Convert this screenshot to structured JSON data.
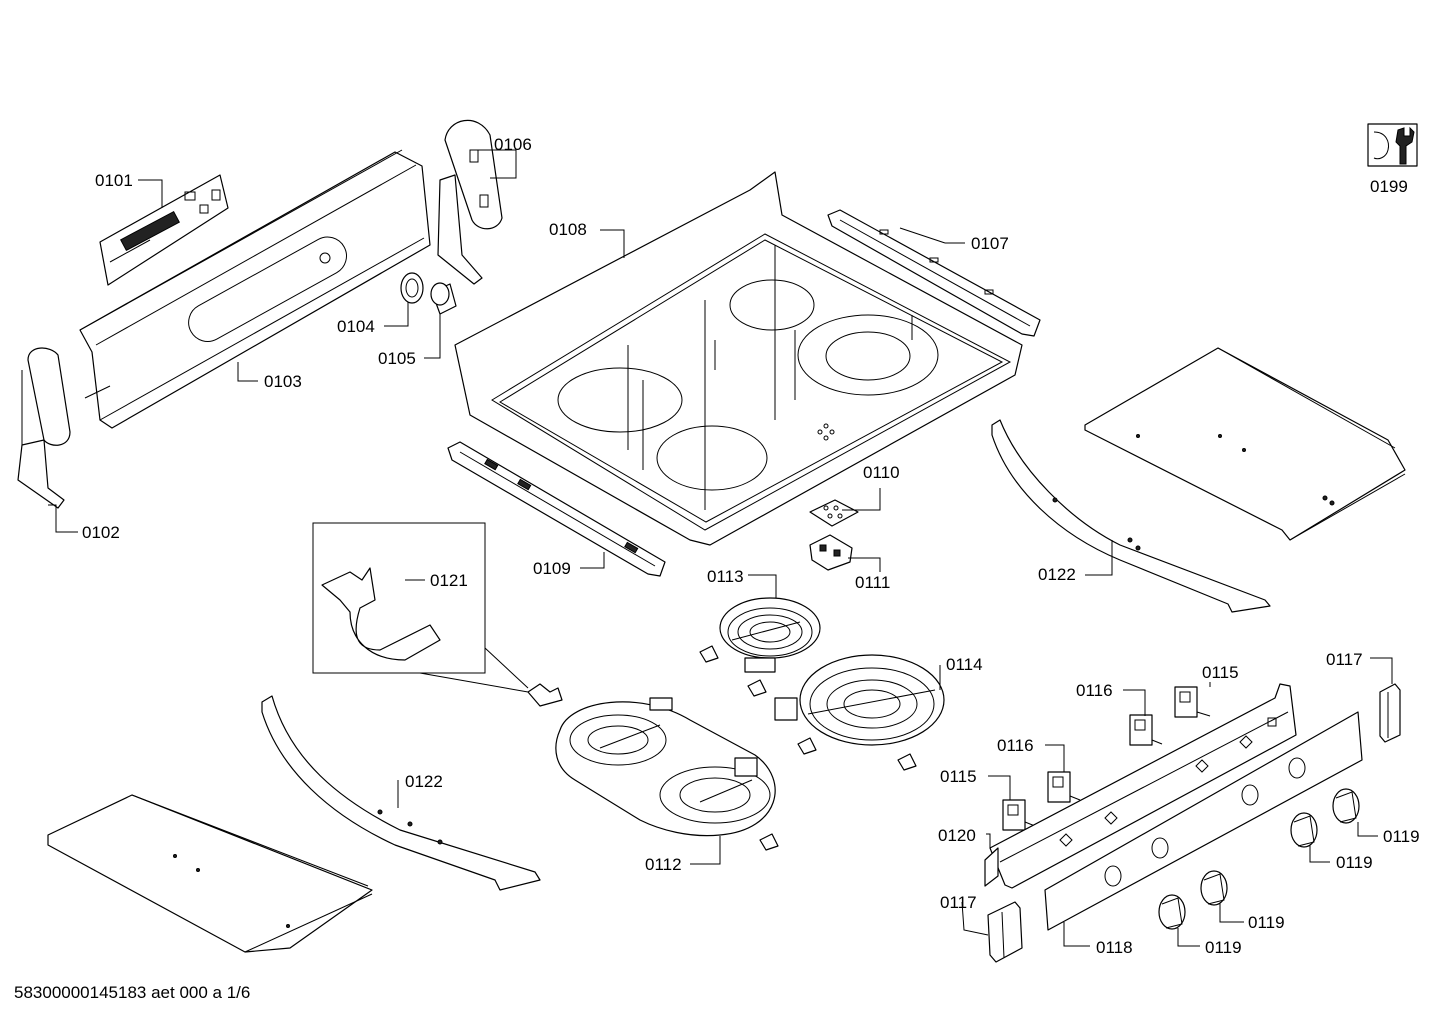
{
  "parts": {
    "p0101": "0101",
    "p0102": "0102",
    "p0103": "0103",
    "p0104": "0104",
    "p0105": "0105",
    "p0106": "0106",
    "p0107": "0107",
    "p0108": "0108",
    "p0109": "0109",
    "p0110": "0110",
    "p0111": "0111",
    "p0112": "0112",
    "p0113": "0113",
    "p0114": "0114",
    "p0115": "0115",
    "p0116": "0116",
    "p0117": "0117",
    "p0118": "0118",
    "p0119": "0119",
    "p0120": "0120",
    "p0121": "0121",
    "p0122": "0122",
    "p0199": "0199"
  },
  "footer": "58300000145183 aet 000 a 1/6",
  "tool_icon": "wrench-icon"
}
